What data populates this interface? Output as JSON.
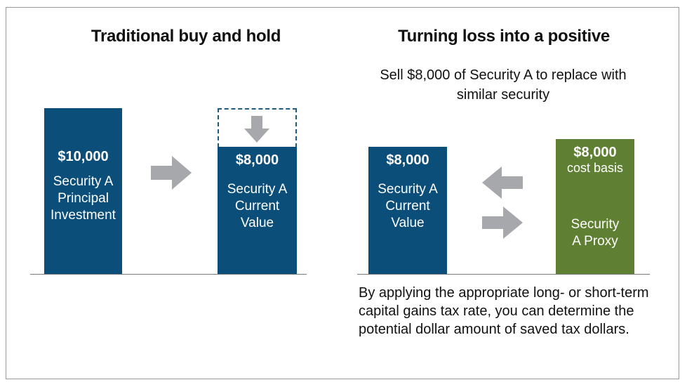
{
  "colors": {
    "navy": "#0c4e7a",
    "green": "#5f8033",
    "arrow_gray": "#a6a8ab"
  },
  "left_panel": {
    "title": "Traditional buy and hold",
    "bar1": {
      "amount": "$10,000",
      "label": "Security A Principal Investment"
    },
    "bar2": {
      "amount": "$8,000",
      "label": "Security A Current Value"
    },
    "icons": [
      "arrow-right-icon",
      "arrow-down-icon"
    ]
  },
  "right_panel": {
    "title": "Turning loss into a positive",
    "subtitle": "Sell $8,000 of Security A to replace with similar security",
    "bar1": {
      "amount": "$8,000",
      "label": "Security A Current Value"
    },
    "bar2": {
      "amount": "$8,000",
      "sublabel": "cost basis",
      "label": "Security A Proxy"
    },
    "icons": [
      "arrow-left-icon",
      "arrow-right-icon"
    ],
    "note": "By applying the appropriate long- or short-term capital gains tax rate, you can determine the potential dollar amount of saved tax dollars."
  }
}
